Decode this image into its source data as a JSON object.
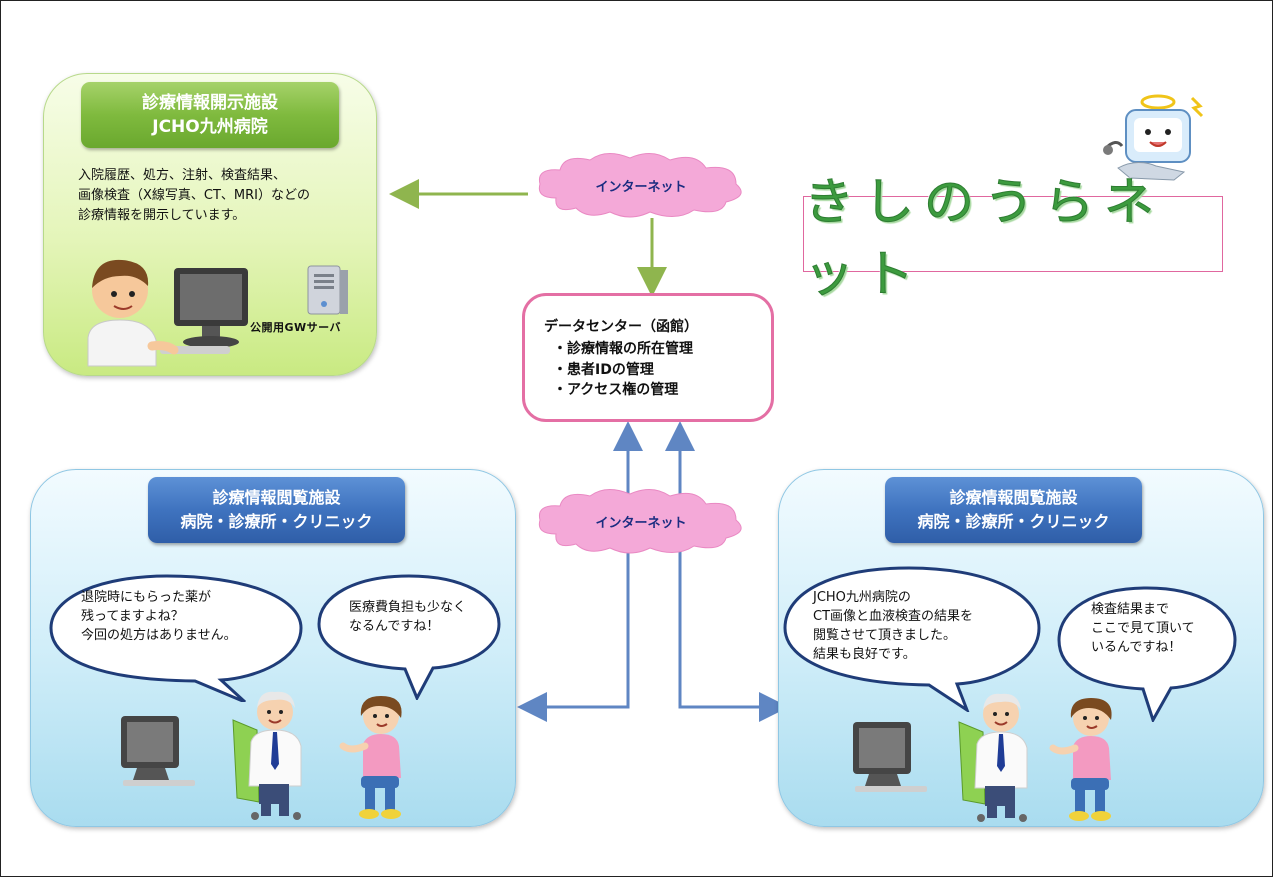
{
  "disclosure": {
    "title_line1": "診療情報開示施設",
    "title_line2": "JCHO九州病院",
    "desc_line1": "入院履歴、処方、注射、検査結果、",
    "desc_line2": "画像検査（X線写真、CT、MRI）などの",
    "desc_line3": "診療情報を開示しています。",
    "server_label": "公開用GWサーバ"
  },
  "internet_label": "インターネット",
  "datacenter": {
    "title": "データセンター（函館）",
    "items": [
      "・診療情報の所在管理",
      "・患者IDの管理",
      "・アクセス権の管理"
    ]
  },
  "logo_text": "きしのうらネット",
  "viewer": {
    "title_line1": "診療情報閲覧施設",
    "title_line2": "病院・診療所・クリニック"
  },
  "left_bubbles": {
    "doctor": [
      "退院時にもらった薬が",
      "残ってますよね？",
      "今回の処方はありません。"
    ],
    "patient": [
      "医療費負担も少なく",
      "なるんですね！"
    ]
  },
  "right_bubbles": {
    "doctor": [
      "JCHO九州病院の",
      "CT画像と血液検査の結果を",
      "閲覧させて頂きました。",
      "結果も良好です。"
    ],
    "patient": [
      "検査結果まで",
      "ここで見て頂いて",
      "いるんですね！"
    ]
  },
  "colors": {
    "green_arrow": "#8fb54e",
    "blue_arrow": "#5f86c3",
    "datacenter_border": "#e46fa4",
    "cloud_fill": "#f4a9d8",
    "logo_green": "#3c9b3e"
  }
}
